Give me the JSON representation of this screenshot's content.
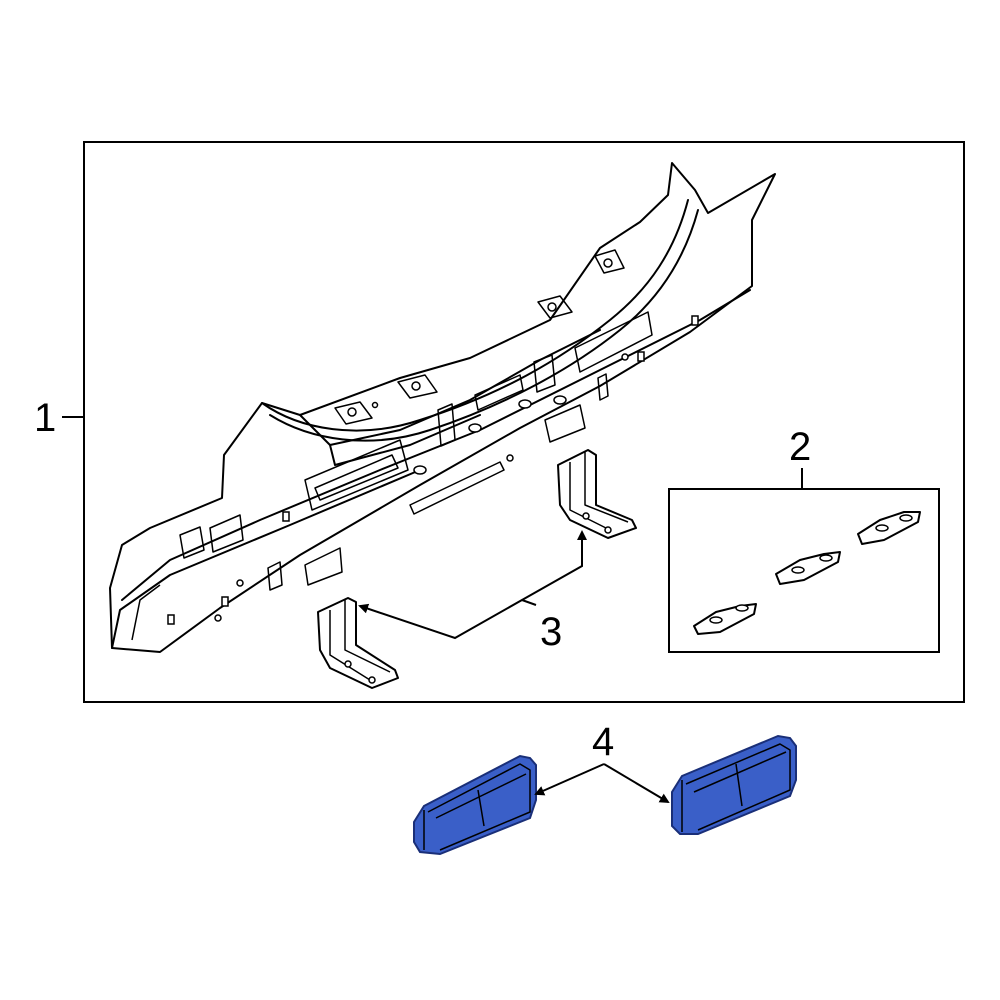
{
  "callouts": {
    "c1": "1",
    "c2": "2",
    "c3": "3",
    "c4": "4"
  },
  "colors": {
    "highlight_fill": "#3a5fc8",
    "highlight_dark": "#1a2f78",
    "line": "#000000",
    "background": "#ffffff"
  }
}
